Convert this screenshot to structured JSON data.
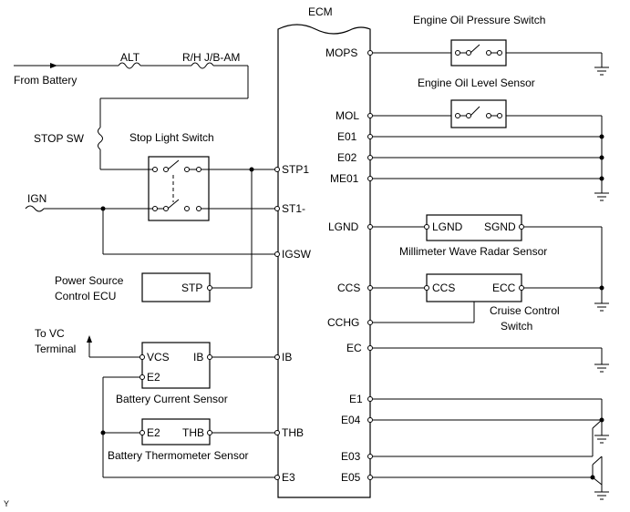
{
  "ecm": {
    "title": "ECM",
    "pins_left": {
      "stp1": "STP1",
      "st1": "ST1-",
      "igsw": "IGSW",
      "ib": "IB",
      "thb": "THB",
      "e3": "E3"
    },
    "pins_right": {
      "mops": "MOPS",
      "mol": "MOL",
      "e01": "E01",
      "e02": "E02",
      "me01": "ME01",
      "lgnd": "LGND",
      "ccs": "CCS",
      "cchg": "CCHG",
      "ec": "EC",
      "e1": "E1",
      "e04": "E04",
      "e03": "E03",
      "e05": "E05"
    }
  },
  "left": {
    "alt": "ALT",
    "rh_jb_am": "R/H J/B-AM",
    "from_battery": "From Battery",
    "stop_sw": "STOP SW",
    "stop_light_switch": "Stop Light Switch",
    "ign": "IGN",
    "power_source_ecu": "Power Source\nControl ECU",
    "power_source_ecu_lines": [
      "Power Source",
      "Control ECU"
    ],
    "stp_pin": "STP",
    "to_vc_terminal_lines": [
      "To VC",
      "Terminal"
    ],
    "battery_current_sensor": "Battery Current Sensor",
    "bcs_pins": {
      "vcs": "VCS",
      "ib": "IB",
      "e2": "E2"
    },
    "battery_thermometer_sensor": "Battery Thermometer Sensor",
    "bts_pins": {
      "e2": "E2",
      "thb": "THB"
    }
  },
  "right": {
    "oil_pressure_switch": "Engine Oil Pressure Switch",
    "oil_level_sensor": "Engine Oil Level Sensor",
    "radar_sensor": "Millimeter Wave Radar Sensor",
    "radar_pins": {
      "lgnd": "LGND",
      "sgnd": "SGND"
    },
    "cruise_control_switch_lines": [
      "Cruise Control",
      "Switch"
    ],
    "ccs_pins": {
      "ccs": "CCS",
      "ecc": "ECC"
    }
  },
  "corner_mark": "Y"
}
